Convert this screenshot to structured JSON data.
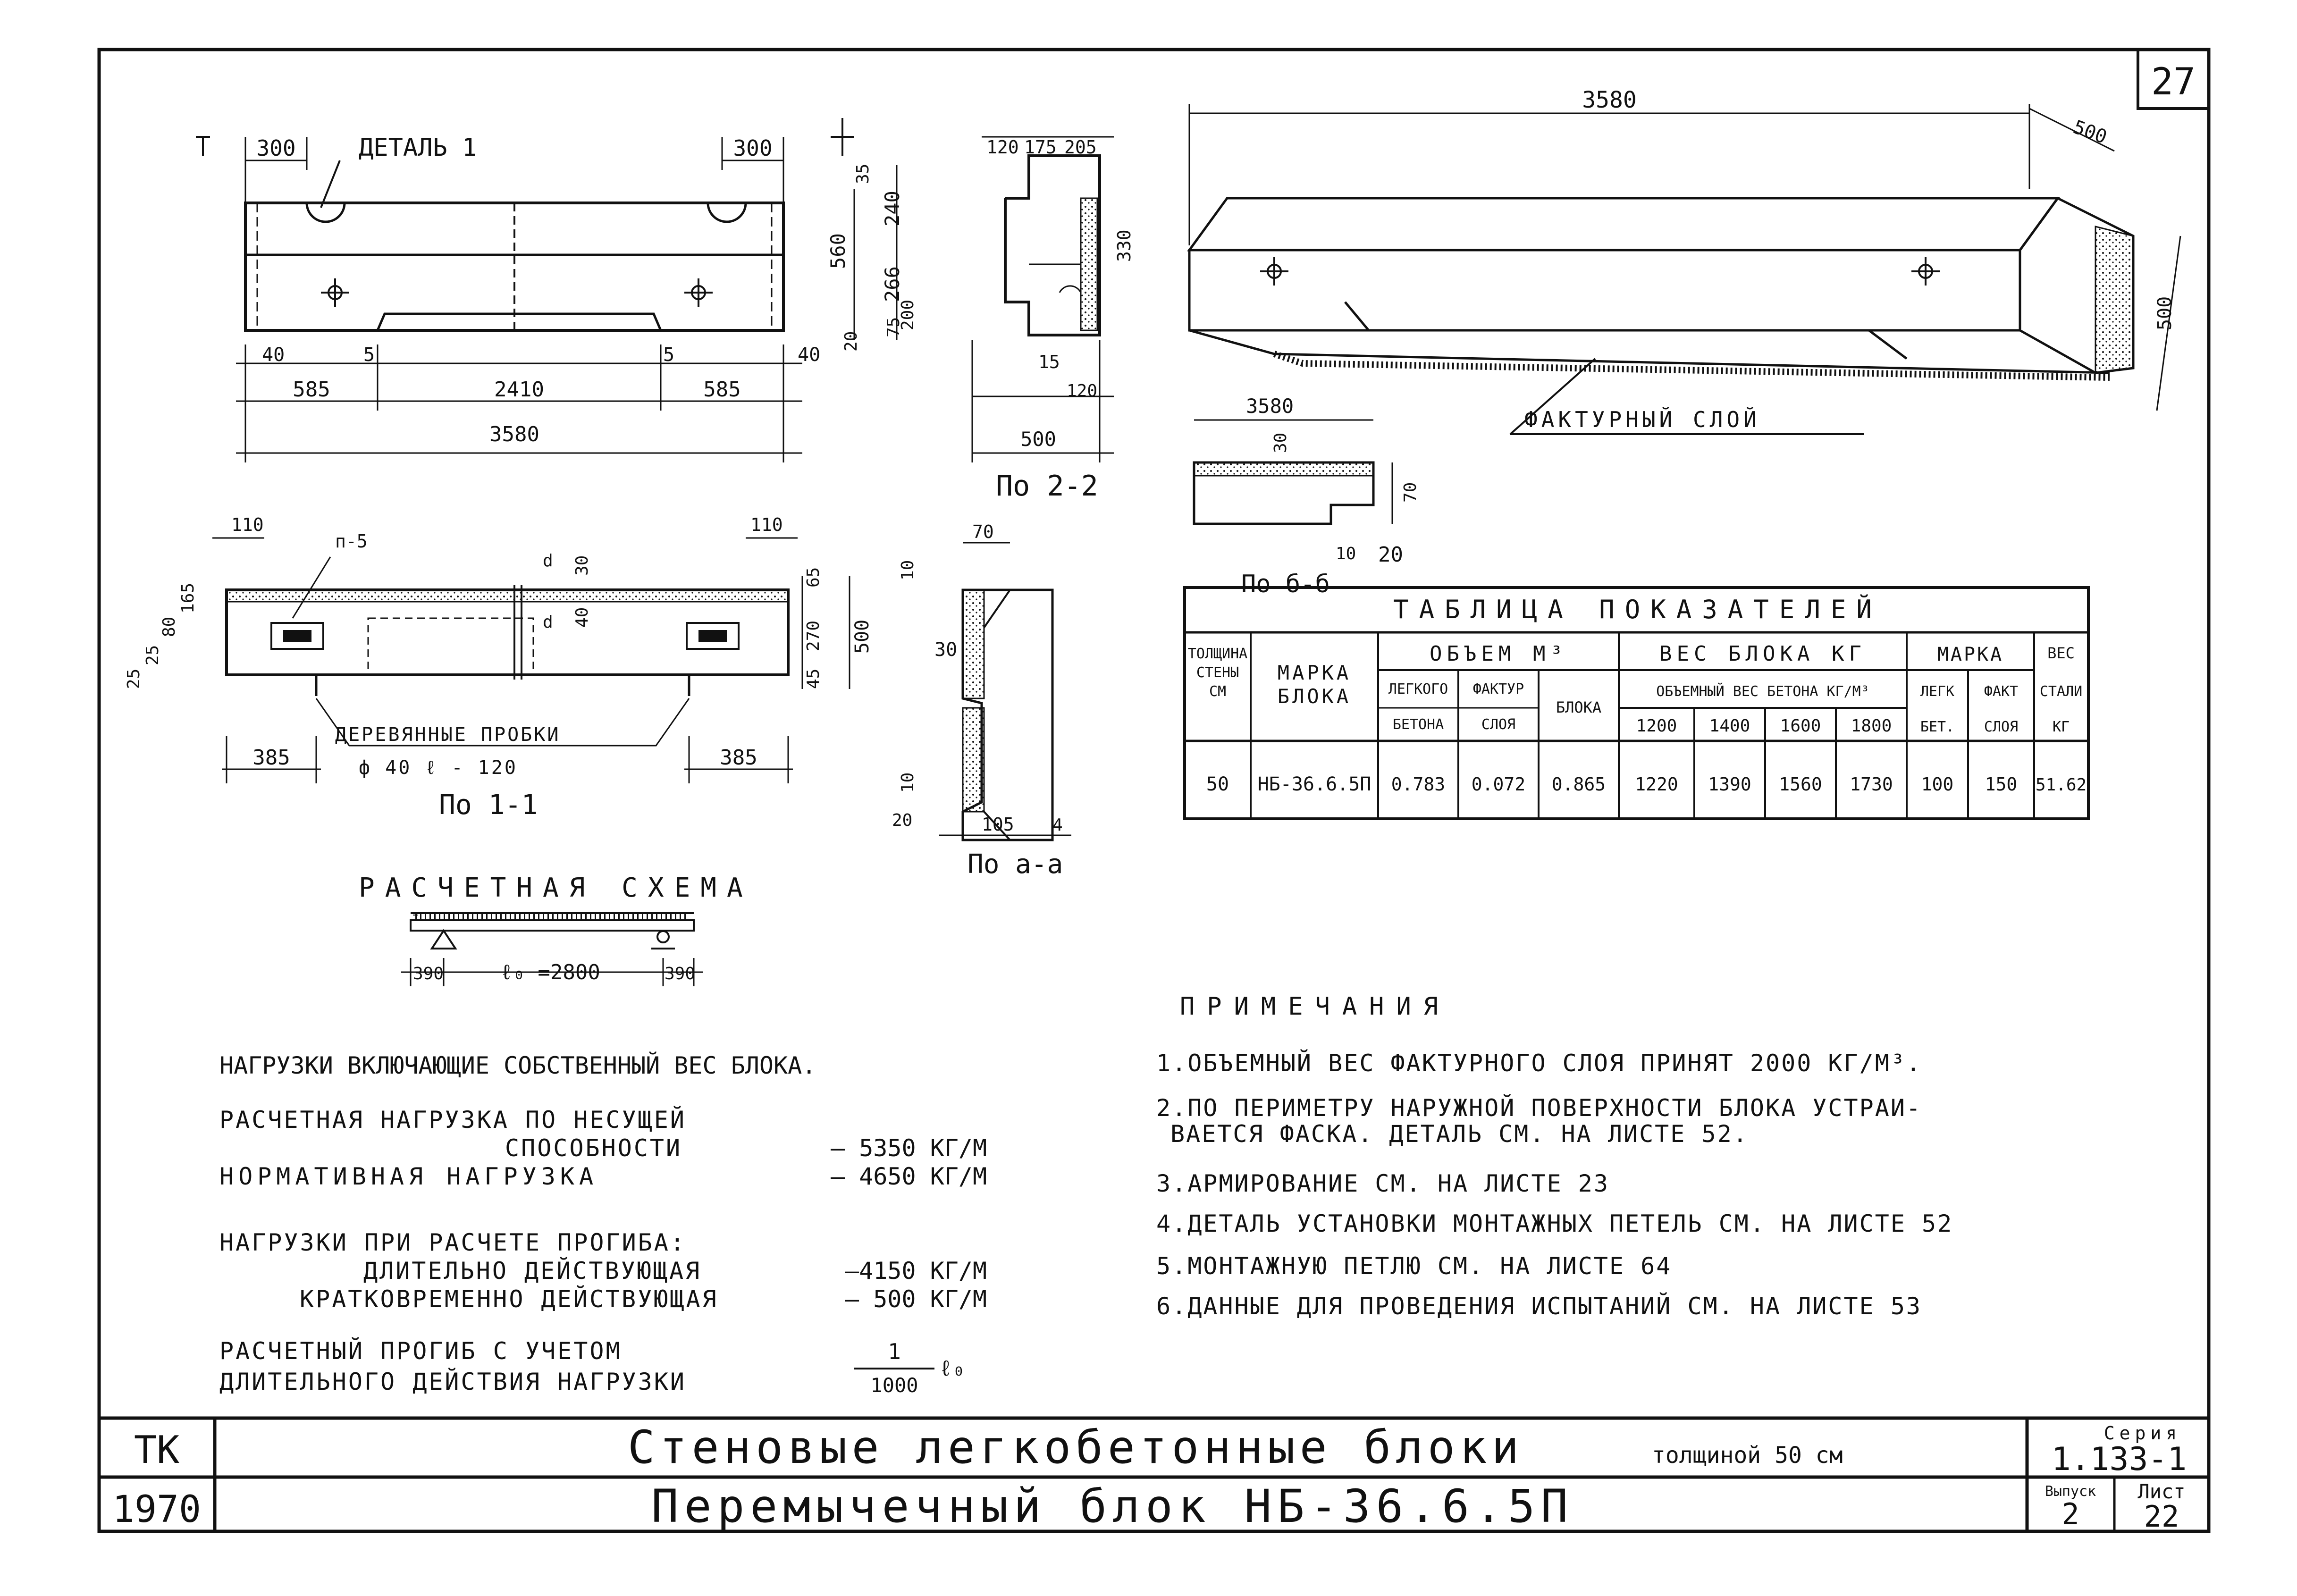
{
  "sheet_corner_number": "27",
  "views": {
    "front": {
      "detail_label": "ДЕТАЛЬ 1",
      "dims_top": [
        "300",
        "300"
      ],
      "dims_right": [
        "35",
        "240",
        "560",
        "266",
        "200",
        "75",
        "20"
      ],
      "dims_bottom_row1": [
        "40",
        "5",
        "5",
        "40"
      ],
      "dims_bottom_row2": [
        "585",
        "2410",
        "585"
      ],
      "dims_bottom_total": "3580"
    },
    "section_2_2": {
      "label": "По 2-2",
      "dims_top": [
        "120",
        "175",
        "205"
      ],
      "dims_right": [
        "330"
      ],
      "dims_bottom": [
        "15",
        "120",
        "500"
      ]
    },
    "plan_1_1": {
      "label": "По 1-1",
      "hole_label": "п-5",
      "dims_top": [
        "110",
        "110"
      ],
      "dims_left": [
        "25",
        "25",
        "80",
        "165"
      ],
      "dims_inner": [
        "30",
        "40",
        "d",
        "d"
      ],
      "dims_right": [
        "65",
        "270",
        "45",
        "500"
      ],
      "note_line1": "ДЕРЕВЯННЫЕ ПРОБКИ",
      "note_line2": "ф 40  ℓ - 120",
      "dims_bottom": [
        "385",
        "385"
      ]
    },
    "section_a_a": {
      "label": "По а-а",
      "dims": [
        "70",
        "10",
        "30",
        "10",
        "20",
        "105",
        "4"
      ]
    },
    "isometric": {
      "dim_length": "3580",
      "dim_width": "500",
      "dim_height": "500",
      "layer_label": "ФАКТУРНЫЙ СЛОЙ"
    },
    "section_b_b": {
      "label": "По б-б",
      "dims": [
        "3580",
        "30",
        "70",
        "10",
        "20"
      ]
    }
  },
  "schema": {
    "title": "РАСЧЕТНАЯ СХЕМА",
    "left_support": "390",
    "span": "ℓ₀ =2800",
    "right_support": "390"
  },
  "indicators_table": {
    "title": "ТАБЛИЦА ПОКАЗАТЕЛЕЙ",
    "headers": {
      "wall_thickness": [
        "ТОЛЩИНА",
        "СТЕНЫ",
        "СМ"
      ],
      "brand": [
        "МАРКА",
        "БЛОКА"
      ],
      "volume": "ОБЪЕМ М³",
      "volume_light": [
        "ЛЕГКОГО",
        "БЕТОНА"
      ],
      "volume_facing": [
        "ФАКТУР",
        "СЛОЯ"
      ],
      "volume_block": "БЛОКА",
      "weight": "ВЕС БЛОКА КГ",
      "density": "ОБЪЕМНЫЙ ВЕС БЕТОНА КГ/М³",
      "densities": [
        "1200",
        "1400",
        "1600",
        "1800"
      ],
      "grade": "МАРКА",
      "grade_light": [
        "ЛЕГК",
        "БЕТ."
      ],
      "grade_facing": [
        "ФАКТ",
        "СЛОЯ"
      ],
      "steel": [
        "ВЕС",
        "СТАЛИ",
        "КГ"
      ]
    },
    "row": [
      "50",
      "НБ-36.6.5П",
      "0.783",
      "0.072",
      "0.865",
      "1220",
      "1390",
      "1560",
      "1730",
      "100",
      "150",
      "51.62"
    ]
  },
  "loads": {
    "heading": "НАГРУЗКИ ВКЛЮЧАЮЩИЕ СОБСТВЕННЫЙ ВЕС БЛОКА.",
    "design_line1": "РАСЧЕТНАЯ НАГРУЗКА ПО НЕСУЩЕЙ",
    "design_line2": "СПОСОБНОСТИ",
    "design_value": "– 5350 КГ/М",
    "normative": "НОРМАТИВНАЯ НАГРУЗКА",
    "normative_value": "– 4650 КГ/М",
    "deflection_heading": "НАГРУЗКИ ПРИ РАСЧЕТЕ ПРОГИБА:",
    "long_term": "ДЛИТЕЛЬНО ДЕЙСТВУЮЩАЯ",
    "long_term_value": "–4150 КГ/М",
    "short_term": "КРАТКОВРЕМЕННО ДЕЙСТВУЮЩАЯ",
    "short_term_value": "– 500 КГ/М",
    "deflection_line1": "РАСЧЕТНЫЙ ПРОГИБ С УЧЕТОМ",
    "deflection_line2": "ДЛИТЕЛЬНОГО ДЕЙСТВИЯ НАГРУЗКИ",
    "deflection_num": "1",
    "deflection_den": "1000",
    "deflection_sym": "ℓ₀"
  },
  "notes": {
    "title": "ПРИМЕЧАНИЯ",
    "items": [
      "1.ОБЪЕМНЫЙ ВЕС ФАКТУРНОГО СЛОЯ ПРИНЯТ  2000 КГ/М³.",
      "2.ПО ПЕРИМЕТРУ НАРУЖНОЙ ПОВЕРХНОСТИ БЛОКА УСТРАИ-",
      "ВАЕТСЯ  ФАСКА. ДЕТАЛЬ СМ. НА ЛИСТЕ 52.",
      "3.АРМИРОВАНИЕ СМ. НА ЛИСТЕ 23",
      "4.ДЕТАЛЬ УСТАНОВКИ МОНТАЖНЫХ ПЕТЕЛЬ СМ. НА ЛИСТЕ 52",
      "5.МОНТАЖНУЮ ПЕТЛЮ СМ. НА ЛИСТЕ 64",
      "6.ДАННЫЕ ДЛЯ ПРОВЕДЕНИЯ ИСПЫТАНИЙ СМ. НА ЛИСТЕ 53"
    ]
  },
  "title_block": {
    "code": "ТК",
    "year": "1970",
    "title": "Стеновые легкобетонные блоки",
    "title_suffix": "толщиной 50 см",
    "subtitle": "Перемычечный блок НБ-36.6.5П",
    "series_label": "Серия",
    "series_value": "1.133-1",
    "issue_label": "Выпуск",
    "issue_value": "2",
    "sheet_label": "Лист",
    "sheet_value": "22"
  }
}
